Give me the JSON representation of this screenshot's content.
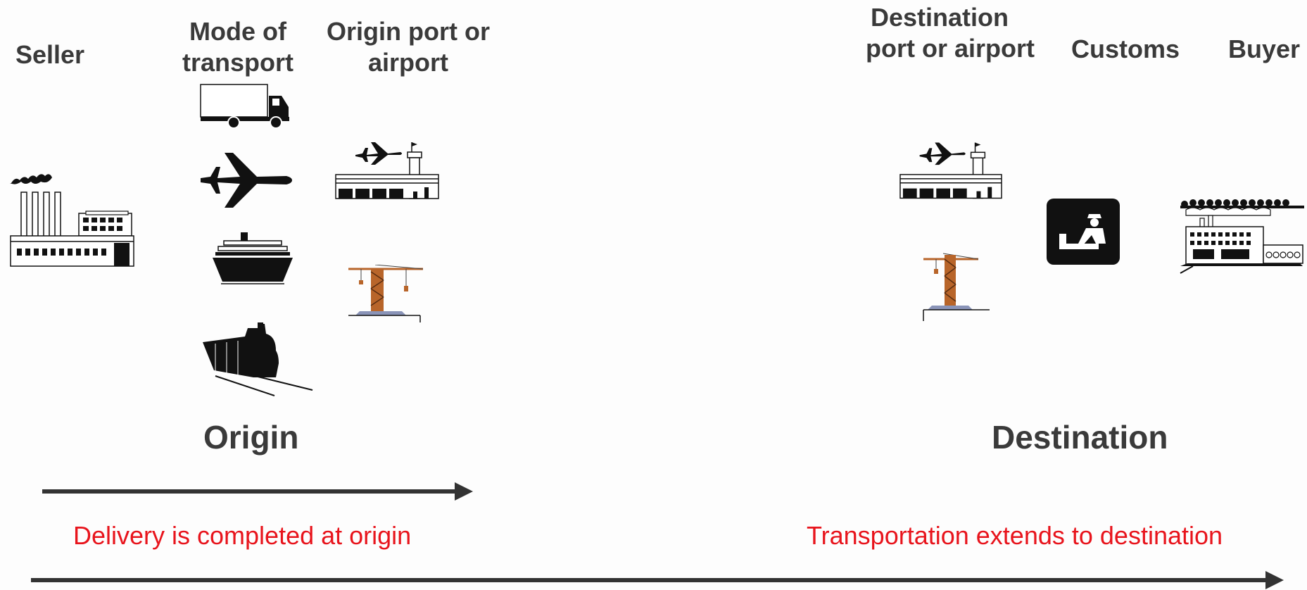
{
  "headers": {
    "seller": "Seller",
    "mode_of_transport": [
      "Mode of",
      "transport"
    ],
    "origin_port": [
      "Origin port or",
      "airport"
    ],
    "destination_port": [
      "Destination",
      "port or airport"
    ],
    "customs": "Customs",
    "buyer": "Buyer"
  },
  "sections": {
    "origin": "Origin",
    "destination": "Destination"
  },
  "captions": {
    "origin": "Delivery is completed at origin",
    "destination": "Transportation extends to destination"
  },
  "icons": [
    "factory-icon",
    "truck-icon",
    "airplane-icon",
    "ship-icon",
    "train-icon",
    "airport-icon",
    "crane-icon",
    "customs-officer-icon",
    "buyer-facility-icon"
  ],
  "colors": {
    "label": "#3a3a3a",
    "caption": "#e8141c",
    "arrow": "#333333",
    "crane": "#b8652a"
  }
}
